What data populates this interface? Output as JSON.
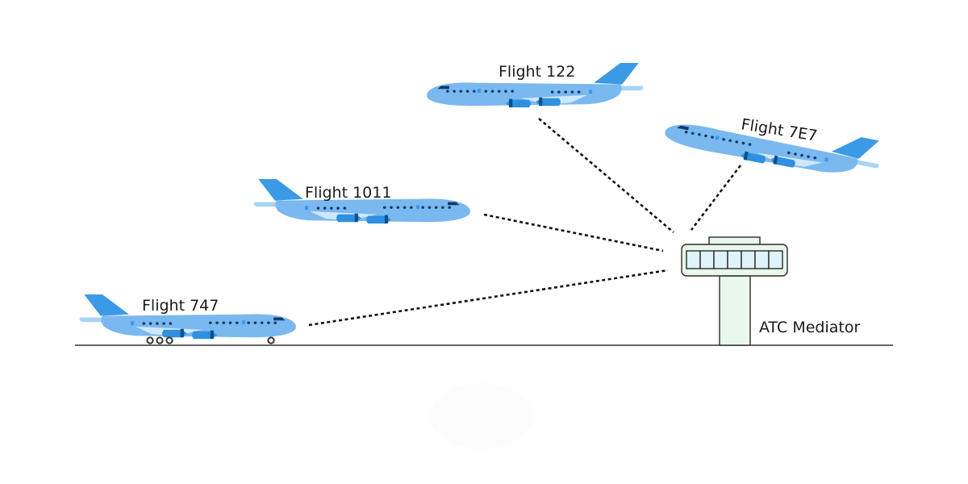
{
  "diagram": {
    "flights": [
      {
        "id": "f122",
        "label": "Flight 122"
      },
      {
        "id": "f7e7",
        "label": "Flight 7E7"
      },
      {
        "id": "f1011",
        "label": "Flight 1011"
      },
      {
        "id": "f747",
        "label": "Flight 747"
      }
    ],
    "tower": {
      "label": "ATC Mediator",
      "window_count": 7
    },
    "colors": {
      "fuselage": "#7ab8f0",
      "fuselage_light": "#cfe8fb",
      "tail": "#3a9ae6",
      "engine": "#2f8fe0",
      "engine_dark": "#0e4f8a",
      "window": "#123a6b",
      "tower_fill": "#e8f8ea",
      "tower_window": "#dff3fb",
      "tower_stroke": "#2b2b2b",
      "ground": "#333333",
      "link": "#111111"
    }
  }
}
